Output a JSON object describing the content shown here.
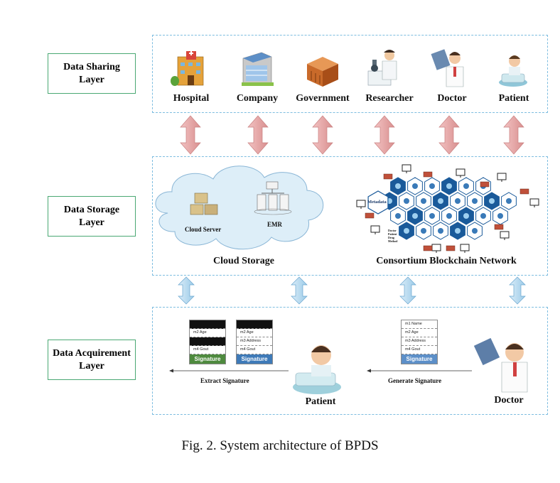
{
  "layers": [
    {
      "label": "Data Sharing\nLayer"
    },
    {
      "label": "Data Storage\nLayer"
    },
    {
      "label": "Data Acquirement\nLayer"
    }
  ],
  "sharing": {
    "entities": [
      "Hospital",
      "Company",
      "Government",
      "Researcher",
      "Doctor",
      "Patient"
    ]
  },
  "storage": {
    "cloud_server": "Cloud Server",
    "emr": "EMR",
    "cloud_title": "Cloud Storage",
    "blockchain_title": "Consortium Blockchain Network",
    "metadata": "Metadata",
    "hex_text": "Doctor Patient Drug Method"
  },
  "acquirement": {
    "doc1": {
      "rows": [
        "",
        "m2  Age",
        "",
        "m4  Gout"
      ],
      "signature": "Signature"
    },
    "doc2": {
      "rows": [
        "",
        "m2  Age",
        "m3  Address",
        "m4  Gout"
      ],
      "signature": "Signature"
    },
    "doc3": {
      "rows": [
        "m1  Name",
        "m2  Age",
        "m3  Address",
        "m4  Gout"
      ],
      "signature": "Signature"
    },
    "extract": "Extract Signature",
    "generate": "Generate Signature",
    "patient": "Patient",
    "doctor": "Doctor"
  },
  "caption": "Fig. 2.    System architecture of BPDS",
  "colors": {
    "panel_border": "#7dbde0",
    "label_border": "#4aa873",
    "pink_arrow": "#e8a9a9",
    "blue_arrow": "#b7d9ef",
    "hex_dark": "#1a5a9a",
    "sig_green": "#4e8a3e",
    "sig_blue": "#3e7ab8",
    "sig_light": "#5c8fc8"
  }
}
